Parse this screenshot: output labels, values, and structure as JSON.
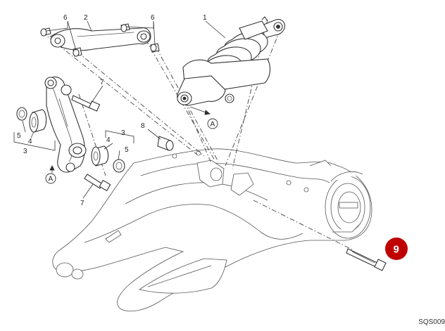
{
  "diagram": {
    "labels": {
      "l1": "1",
      "l2": "2",
      "l6a": "6",
      "l6b": "6",
      "l7a": "7",
      "l7b": "7",
      "l8": "8",
      "l3a": "3",
      "l3b": "3",
      "l4a": "4",
      "l4b": "4",
      "l5a": "5",
      "l5b": "5"
    },
    "ref_marker": "A",
    "ref_marker_2": "A",
    "highlight": {
      "number": "9",
      "color": "#c00000"
    },
    "ref_code": "SQS009"
  }
}
